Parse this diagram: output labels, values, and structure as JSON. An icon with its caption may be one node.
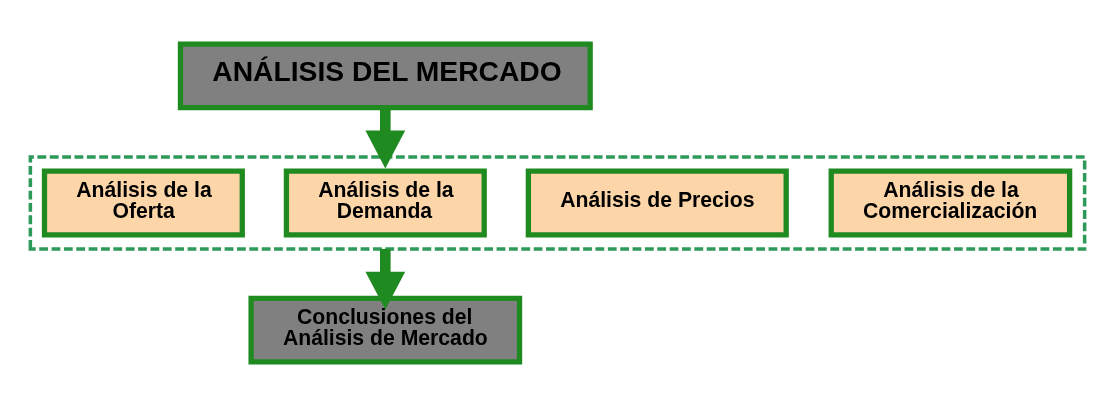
{
  "diagram": {
    "nodes": [
      {
        "text": [
          "ANÁLISIS DEL MERCADO"
        ]
      },
      {
        "text": [],
        "shape": "box"
      },
      {
        "text": [
          "Análisis de la Oferta"
        ],
        "in": 1
      },
      {
        "text": [
          "Análisis de la Demanda"
        ],
        "in": 1
      },
      {
        "text": [
          "Análisis de Precios"
        ],
        "in": 1
      },
      {
        "text": [
          "Análisis de la Comercialización"
        ],
        "in": 1
      },
      {
        "text": [
          "Conclusiones del Análisis de Mercado"
        ]
      }
    ],
    "edges": [
      {
        "from": 0,
        "to": 1,
        "arrow": "to"
      },
      {
        "from": 1,
        "to": 6,
        "arrow": "to"
      }
    ]
  }
}
